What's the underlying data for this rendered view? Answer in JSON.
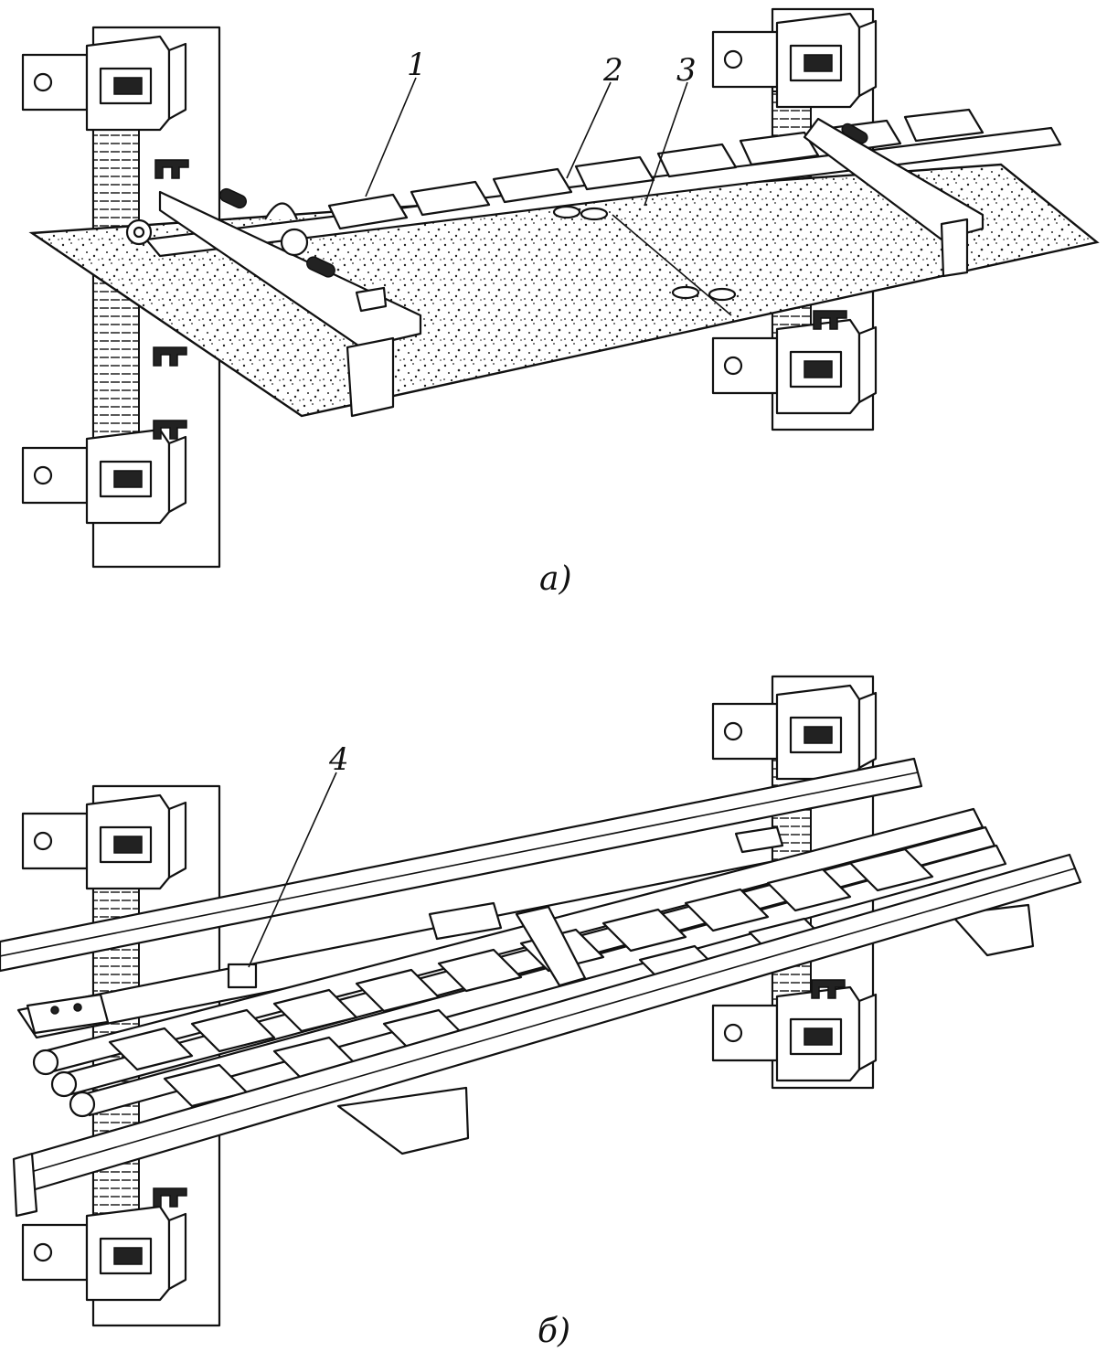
{
  "figure_a": {
    "caption": "а)",
    "labels": [
      "1",
      "2",
      "3"
    ]
  },
  "figure_b": {
    "caption": "б)",
    "labels": [
      "4"
    ]
  }
}
